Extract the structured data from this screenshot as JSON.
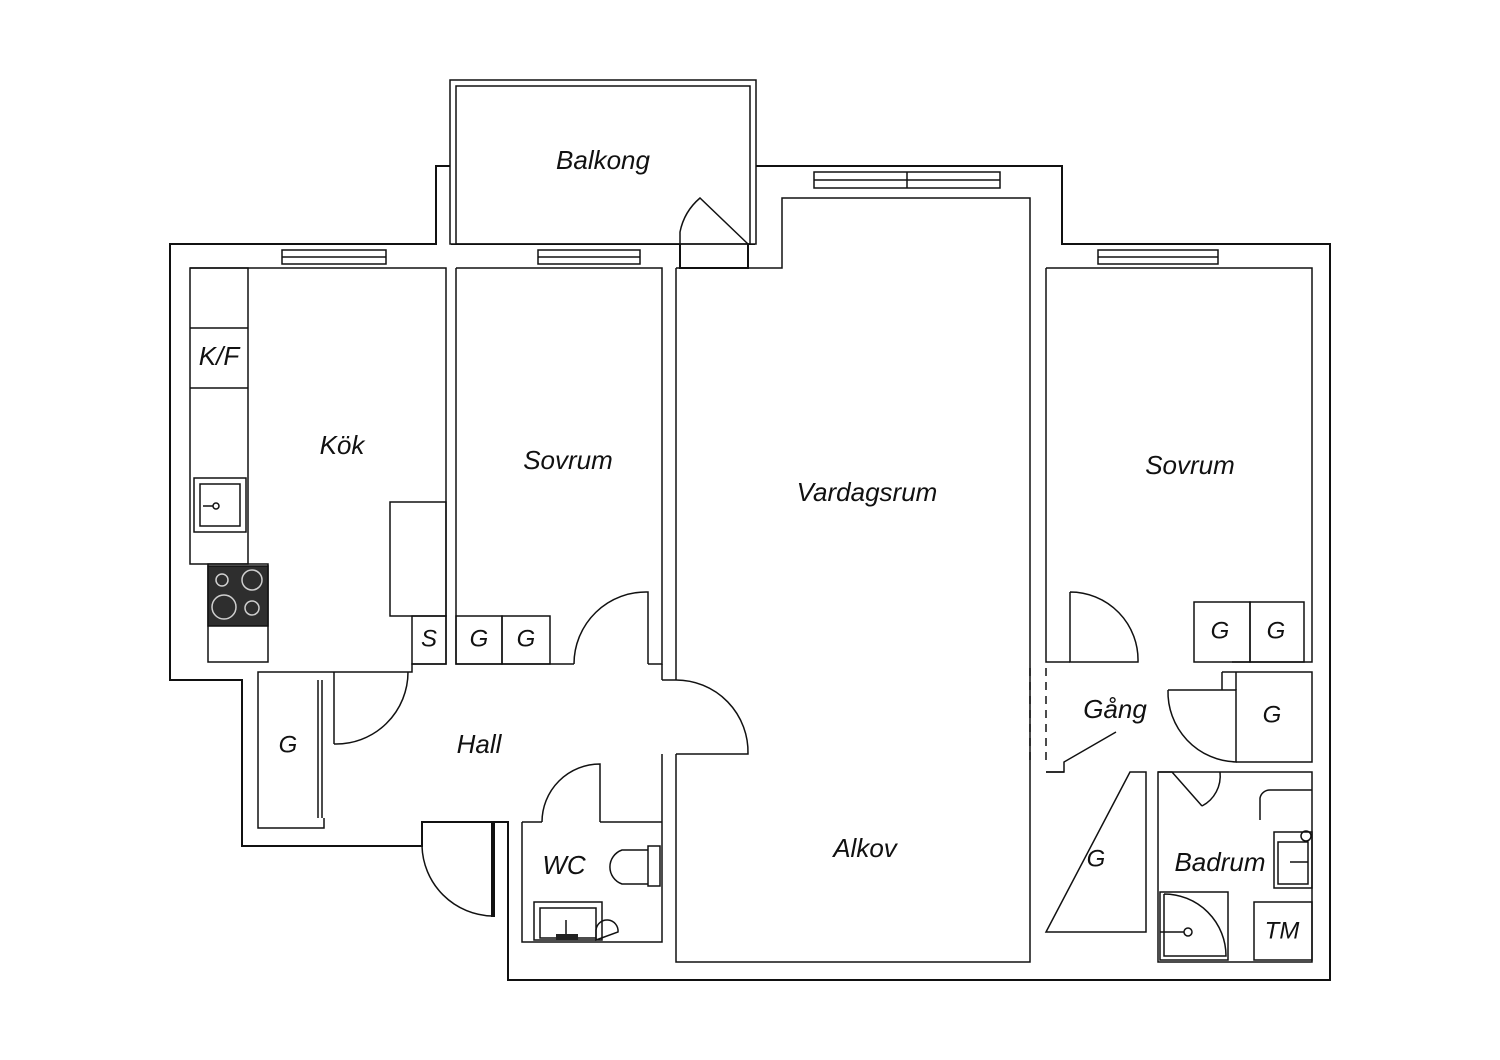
{
  "floorplan": {
    "rooms": {
      "balkong": "Balkong",
      "kok": "Kök",
      "kf": "K/F",
      "sovrum_left": "Sovrum",
      "vardagsrum": "Vardagsrum",
      "sovrum_right": "Sovrum",
      "hall": "Hall",
      "gang": "Gång",
      "wc": "WC",
      "alkov": "Alkov",
      "badrum": "Badrum",
      "tm": "TM"
    },
    "closets": {
      "s": "S",
      "g": "G"
    }
  }
}
